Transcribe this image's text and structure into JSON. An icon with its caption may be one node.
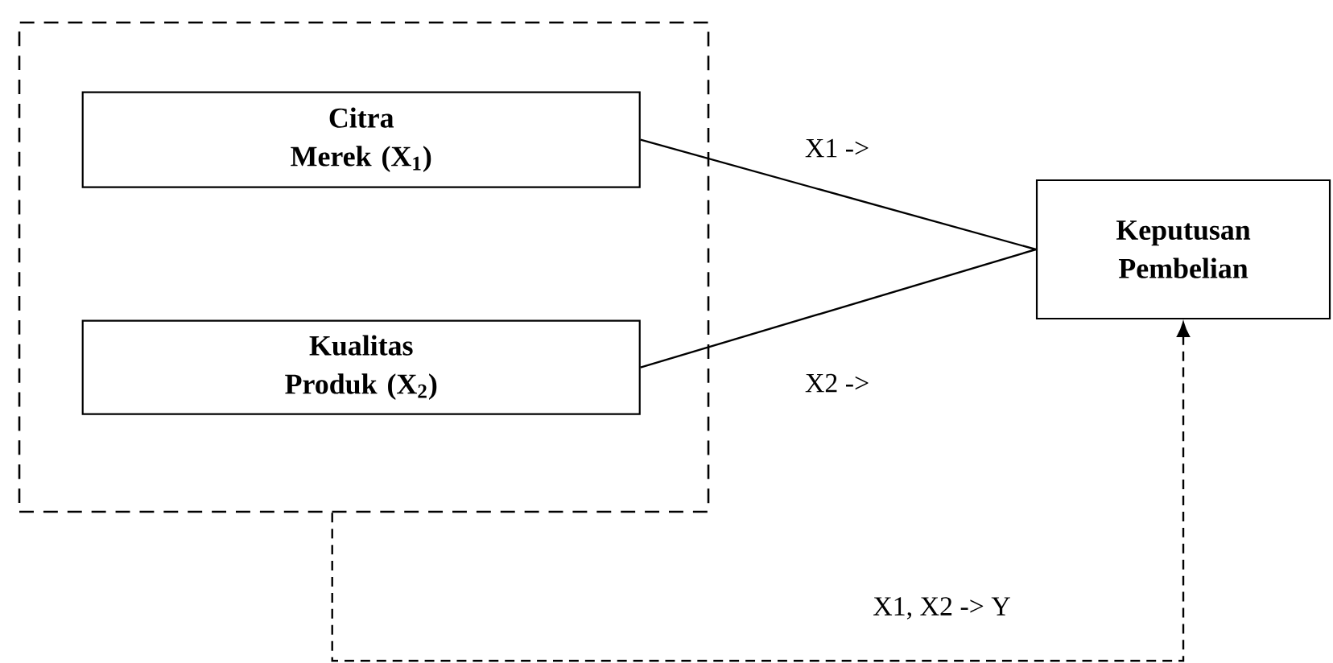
{
  "diagram": {
    "nodes": [
      {
        "text": [],
        "shape": "box"
      },
      {
        "text": [
          "Citra Merek (X$_{1}$)"
        ],
        "in": 0
      },
      {
        "text": [
          "Kualitas Produk (X$_{2}$)"
        ],
        "in": 0
      },
      {
        "text": [
          "Keputusan Pembelian"
        ]
      }
    ],
    "edges": [
      {
        "from": 1,
        "to": 3,
        "arrow": "none",
        "label": "X1 ->"
      },
      {
        "from": 2,
        "to": 3,
        "arrow": "none",
        "label": "X2 ->"
      },
      {
        "from": 0,
        "to": 3,
        "arrow": "to",
        "label": "X1, X2 -> Y",
        "style": "dashed"
      }
    ]
  }
}
